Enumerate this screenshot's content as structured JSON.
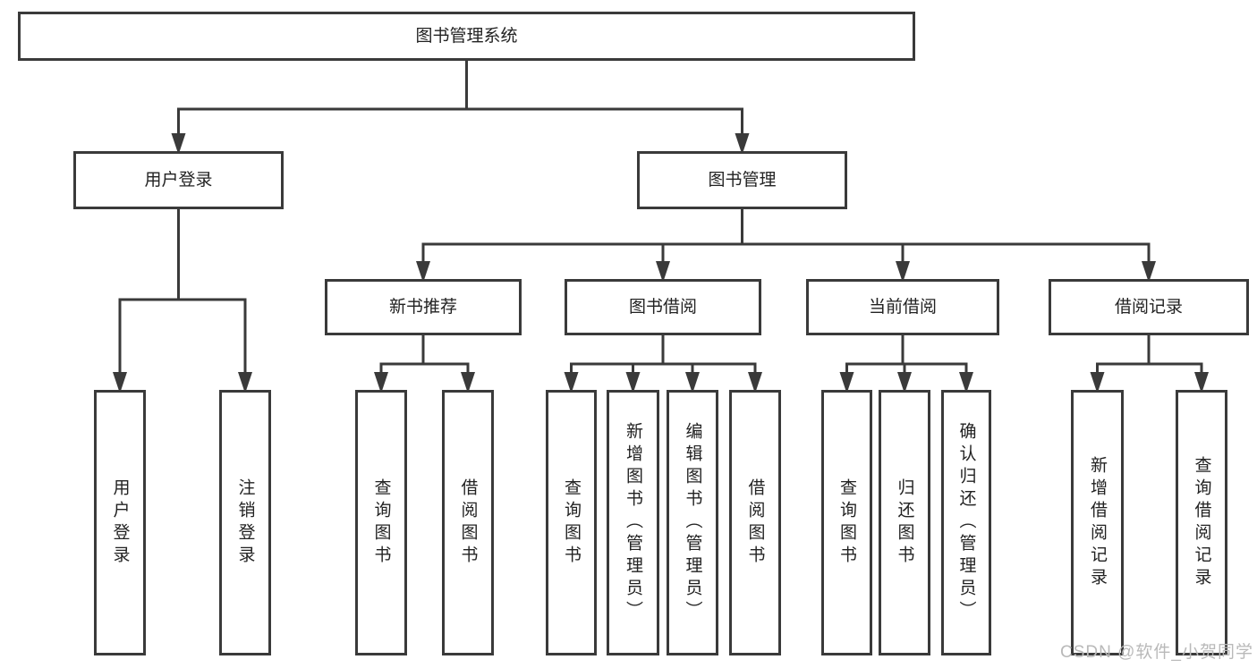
{
  "page": {
    "background": "#ffffff"
  },
  "diagram": {
    "title": "图书管理系统",
    "line_color": "#3a3a3a",
    "text_color": "#222222",
    "nodes": [
      {
        "id": "root",
        "label": "图书管理系统",
        "orientation": "horizontal",
        "level": 1
      },
      {
        "id": "user-login",
        "label": "用户登录",
        "orientation": "horizontal",
        "level": 2
      },
      {
        "id": "book-mgmt",
        "label": "图书管理",
        "orientation": "horizontal",
        "level": 2
      },
      {
        "id": "new-book-rec",
        "label": "新书推荐",
        "orientation": "horizontal",
        "level": 3
      },
      {
        "id": "book-borrow",
        "label": "图书借阅",
        "orientation": "horizontal",
        "level": 3
      },
      {
        "id": "current-borrow",
        "label": "当前借阅",
        "orientation": "horizontal",
        "level": 3
      },
      {
        "id": "borrow-record",
        "label": "借阅记录",
        "orientation": "horizontal",
        "level": 3
      },
      {
        "id": "leaf-user-login",
        "label": "用户登录",
        "orientation": "vertical",
        "level": 4
      },
      {
        "id": "leaf-logout",
        "label": "注销登录",
        "orientation": "vertical",
        "level": 4
      },
      {
        "id": "nb-query-book",
        "label": "查询图书",
        "orientation": "vertical",
        "level": 4
      },
      {
        "id": "nb-borrow-book",
        "label": "借阅图书",
        "orientation": "vertical",
        "level": 4
      },
      {
        "id": "bb-query-book",
        "label": "查询图书",
        "orientation": "vertical",
        "level": 4
      },
      {
        "id": "bb-add-book",
        "label": "新增图书（管理员）",
        "orientation": "vertical",
        "level": 4
      },
      {
        "id": "bb-edit-book",
        "label": "编辑图书（管理员）",
        "orientation": "vertical",
        "level": 4
      },
      {
        "id": "bb-borrow-book",
        "label": "借阅图书",
        "orientation": "vertical",
        "level": 4
      },
      {
        "id": "cb-query-book",
        "label": "查询图书",
        "orientation": "vertical",
        "level": 4
      },
      {
        "id": "cb-return-book",
        "label": "归还图书",
        "orientation": "vertical",
        "level": 4
      },
      {
        "id": "cb-confirm-return",
        "label": "确认归还（管理员）",
        "orientation": "vertical",
        "level": 4
      },
      {
        "id": "br-add-record",
        "label": "新增借阅记录",
        "orientation": "vertical",
        "level": 4
      },
      {
        "id": "br-query-record",
        "label": "查询借阅记录",
        "orientation": "vertical",
        "level": 4
      }
    ],
    "edges": [
      {
        "parent": "root",
        "children": [
          "user-login",
          "book-mgmt"
        ]
      },
      {
        "parent": "user-login",
        "children": [
          "leaf-user-login",
          "leaf-logout"
        ]
      },
      {
        "parent": "book-mgmt",
        "children": [
          "new-book-rec",
          "book-borrow",
          "current-borrow",
          "borrow-record"
        ]
      },
      {
        "parent": "new-book-rec",
        "children": [
          "nb-query-book",
          "nb-borrow-book"
        ]
      },
      {
        "parent": "book-borrow",
        "children": [
          "bb-query-book",
          "bb-add-book",
          "bb-edit-book",
          "bb-borrow-book"
        ]
      },
      {
        "parent": "current-borrow",
        "children": [
          "cb-query-book",
          "cb-return-book",
          "cb-confirm-return"
        ]
      },
      {
        "parent": "borrow-record",
        "children": [
          "br-add-record",
          "br-query-record"
        ]
      }
    ]
  },
  "watermark": {
    "text": "CSDN @软件_小贺同学",
    "color": "#b9b9b9"
  }
}
